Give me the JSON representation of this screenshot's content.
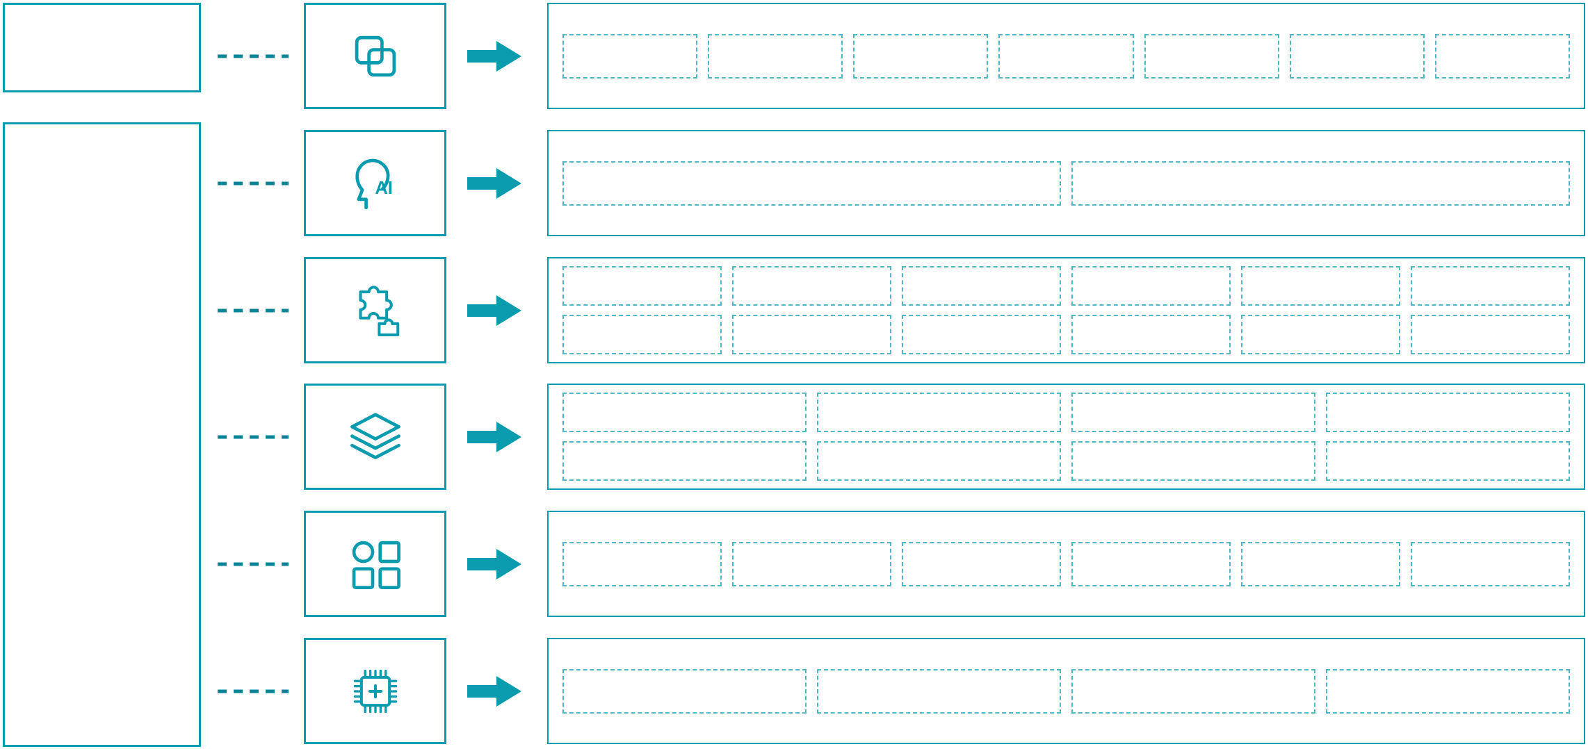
{
  "colors": {
    "accent": "#0A9CAE",
    "connector": "#0B8396",
    "slot_border": "#4FB6C3",
    "background": "#FFFFFF"
  },
  "ai_icon_text": "AI",
  "rows": [
    {
      "icon": "overlap-squares-icon",
      "slot_rows": [
        7
      ]
    },
    {
      "icon": "ai-head-icon",
      "slot_rows": [
        2
      ]
    },
    {
      "icon": "puzzle-icon",
      "slot_rows": [
        6,
        6
      ]
    },
    {
      "icon": "layers-icon",
      "slot_rows": [
        4,
        4
      ]
    },
    {
      "icon": "shapes-grid-icon",
      "slot_rows": [
        6
      ]
    },
    {
      "icon": "chip-plus-icon",
      "slot_rows": [
        4
      ]
    }
  ]
}
